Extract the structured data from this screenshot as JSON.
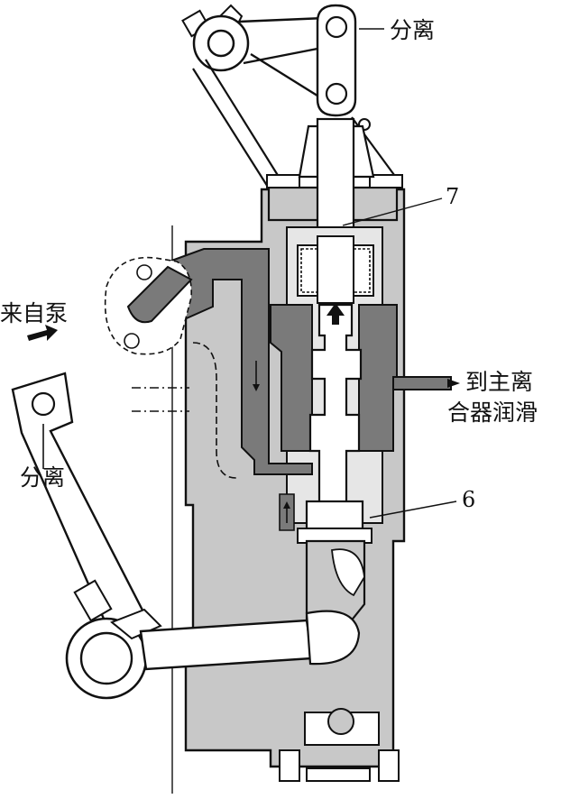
{
  "labels": {
    "separate_top": "分离",
    "from_pump": "来自泵",
    "to_main_clutch_line1": "到主离",
    "to_main_clutch_line2": "合器润滑",
    "separate_left": "分离",
    "part_7": "7",
    "part_6": "6"
  },
  "colors": {
    "outline": "#111111",
    "housing_fill": "#c8c8c8",
    "oil_fill": "#7a7a7a",
    "metal_fill": "#e6e6e6",
    "background": "#ffffff"
  }
}
